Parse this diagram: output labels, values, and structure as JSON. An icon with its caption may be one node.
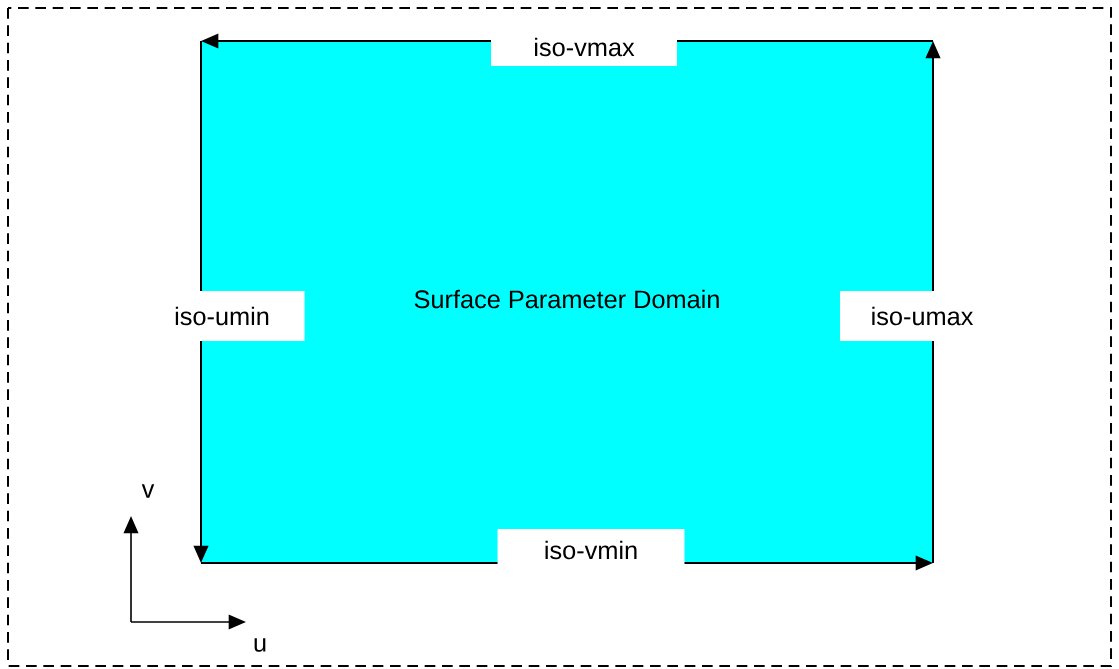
{
  "diagram": {
    "nodes": [
      {
        "text": [
          "Surface Parameter Domain"
        ]
      }
    ],
    "labels": [
      "iso-vmax",
      "iso-umin",
      "iso-umax",
      "iso-vmin",
      "v",
      "u"
    ]
  }
}
